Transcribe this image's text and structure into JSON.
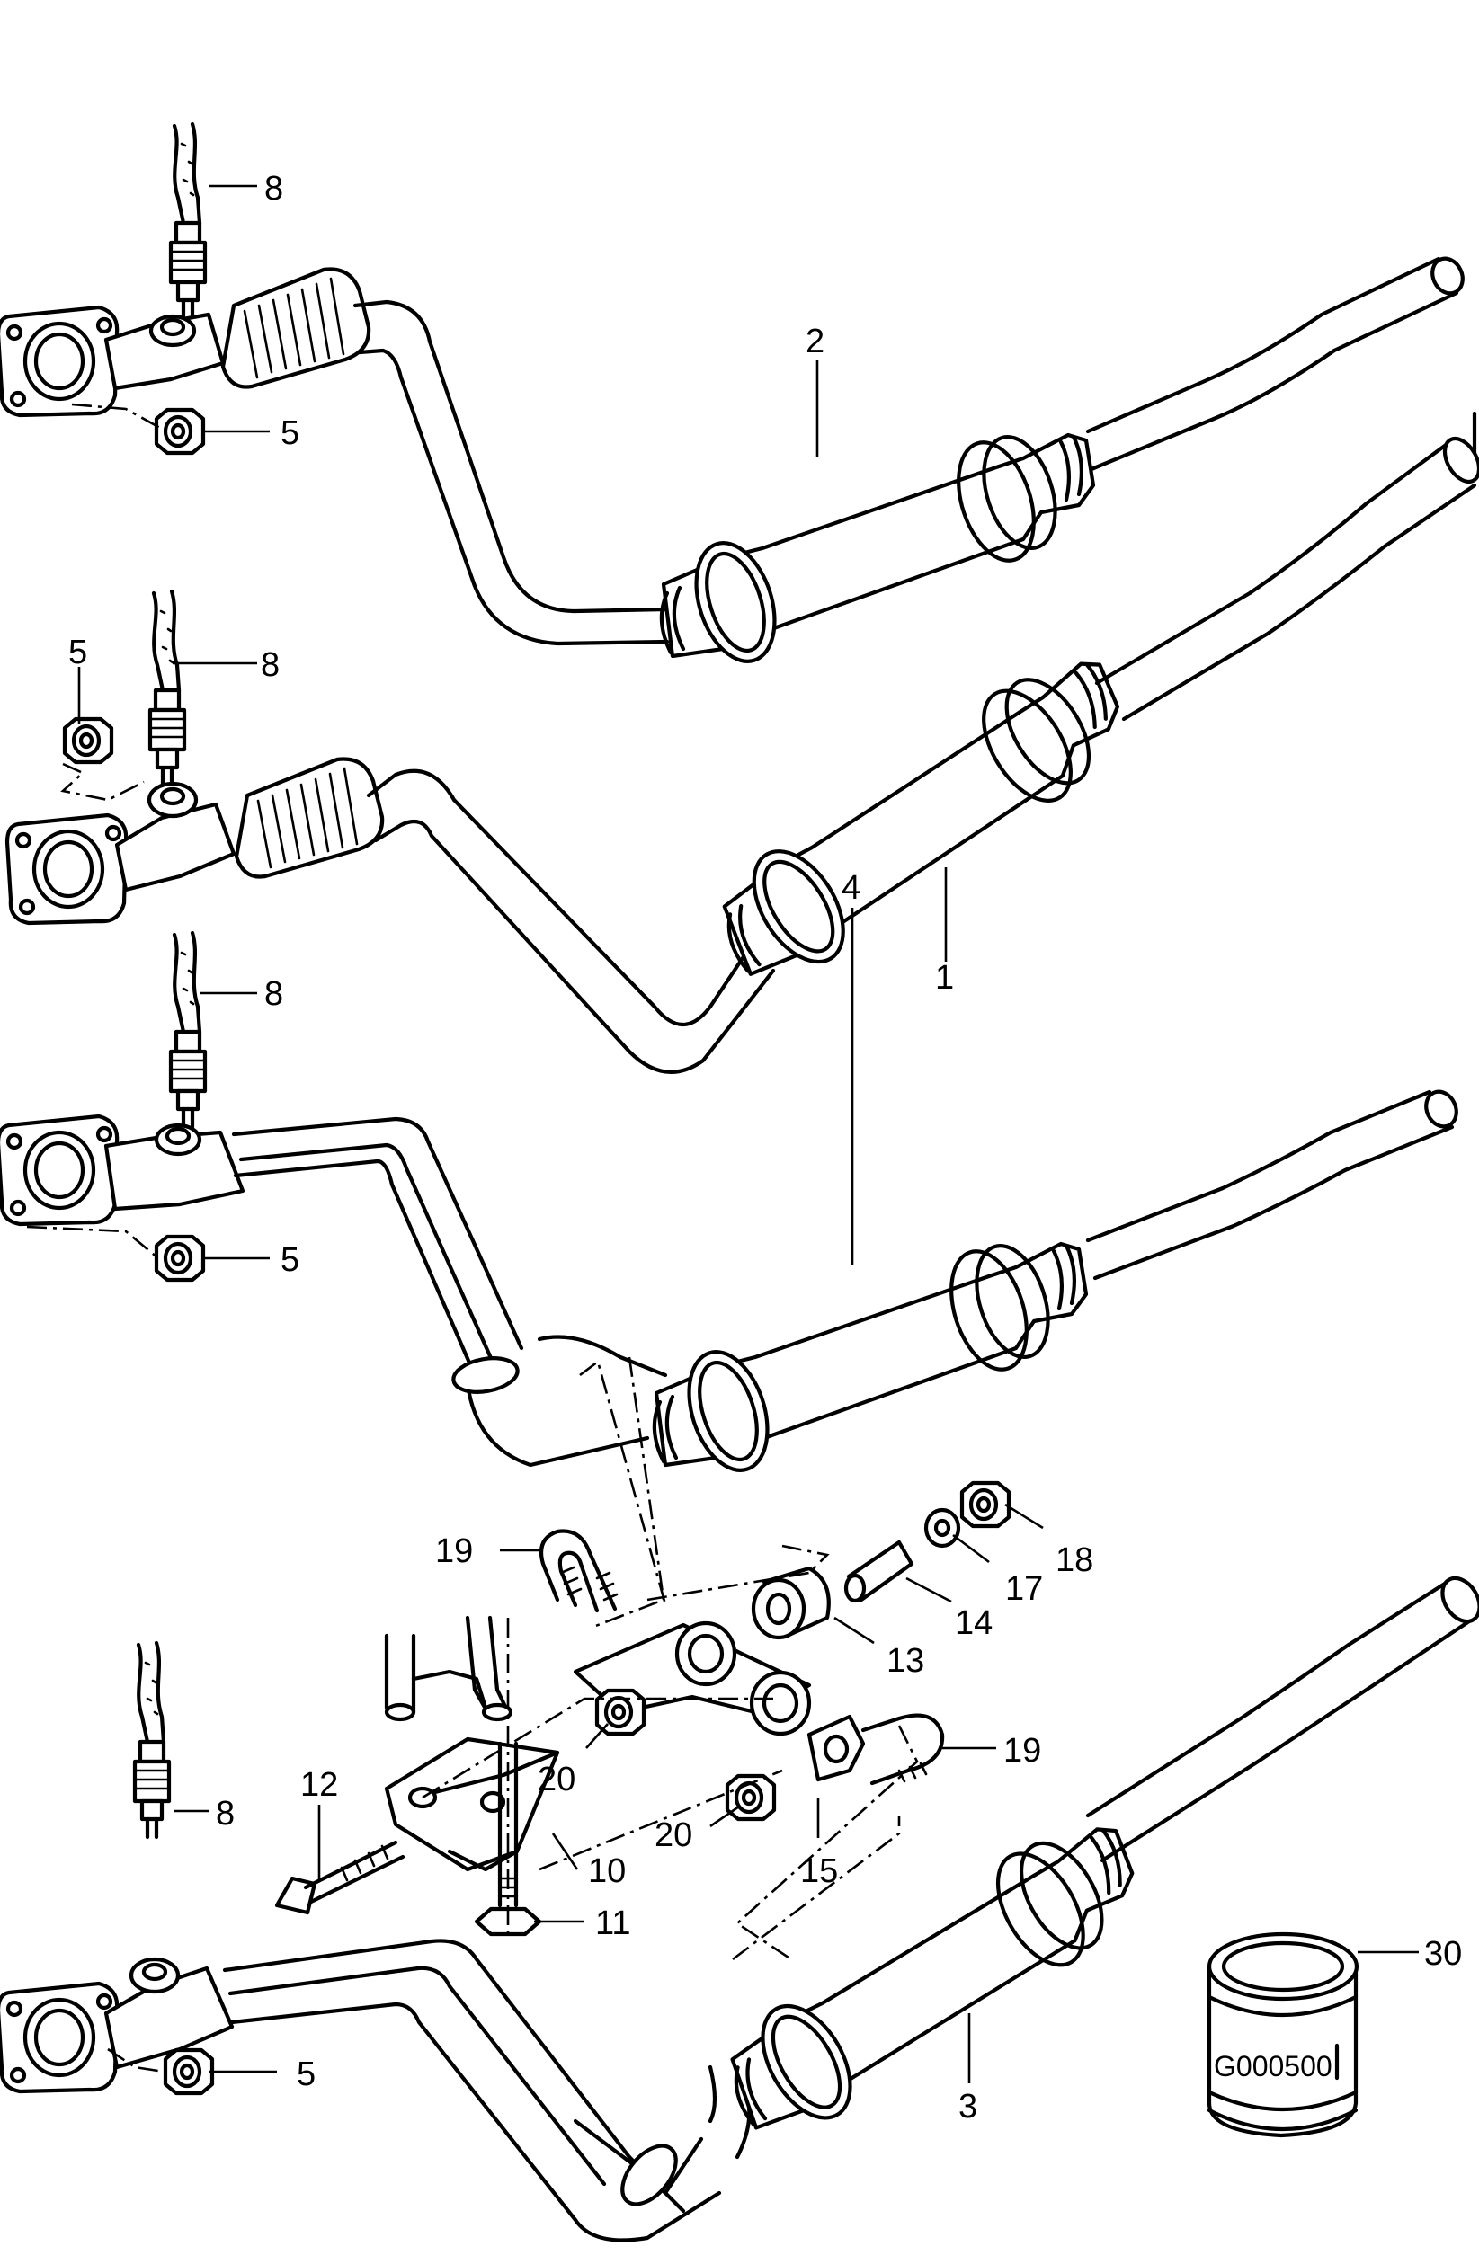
{
  "callouts": {
    "c1": "1",
    "c2": "2",
    "c3": "3",
    "c4": "4",
    "c5": "5",
    "c8": "8",
    "c10": "10",
    "c11": "11",
    "c12": "12",
    "c13": "13",
    "c14": "14",
    "c15": "15",
    "c17": "17",
    "c18": "18",
    "c19": "19",
    "c20": "20",
    "c30": "30"
  },
  "sleeve_stamp": "G000500"
}
